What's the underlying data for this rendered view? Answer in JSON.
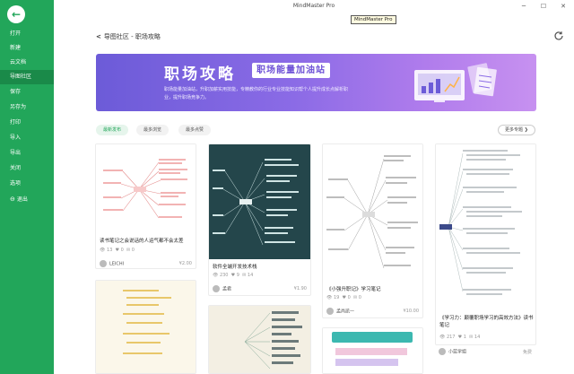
{
  "window": {
    "title": "MindMaster Pro",
    "tooltip": "MindMaster Pro",
    "minimize": "─",
    "maximize": "☐",
    "close": "✕"
  },
  "sidebar": {
    "back_icon": "←",
    "items": [
      {
        "label": "打开",
        "icon": ""
      },
      {
        "label": "新建",
        "icon": ""
      },
      {
        "label": "云文档",
        "icon": ""
      },
      {
        "label": "导图社区",
        "icon": ""
      },
      {
        "label": "保存",
        "icon": ""
      },
      {
        "label": "另存为",
        "icon": ""
      },
      {
        "label": "打印",
        "icon": ""
      },
      {
        "label": "导入",
        "icon": ""
      },
      {
        "label": "导出",
        "icon": ""
      },
      {
        "label": "关闭",
        "icon": ""
      },
      {
        "label": "选项",
        "icon": ""
      },
      {
        "label": "退出",
        "icon": "⊖"
      }
    ]
  },
  "header": {
    "back_chevron": "<",
    "breadcrumb": "导图社区 - 职场攻略"
  },
  "banner": {
    "title": "职场攻略",
    "tag": "职场能量加油站",
    "desc": "职场能量加油站，升职加薪实用技能，专精教你的行业专业技能知识帮个人提升成长点解析职业，提升职场竞争力。"
  },
  "filters": [
    "最新发布",
    "最多浏览",
    "最多点赞"
  ],
  "more_topics": "更多专题 ❯",
  "cards": [
    {
      "title": "读书笔记之会说话的人运气都不会太差",
      "views": "13",
      "likes": "0",
      "comments": "0",
      "author": "LEICHI",
      "price": "¥2.00"
    },
    {
      "title": "软件全端开发技术栈",
      "views": "230",
      "likes": "9",
      "comments": "14",
      "author": "孟君",
      "price": "¥1.90"
    },
    {
      "title": "《小强升职记》学习笔记",
      "views": "19",
      "likes": "0",
      "comments": "0",
      "author": "孟尚凯一",
      "price": "¥10.00"
    },
    {
      "title": "《学习力：颠覆职场学习的高效方法》读书笔记",
      "views": "217",
      "likes": "1",
      "comments": "14",
      "author": "小蓝学姐",
      "price": "免费"
    }
  ]
}
